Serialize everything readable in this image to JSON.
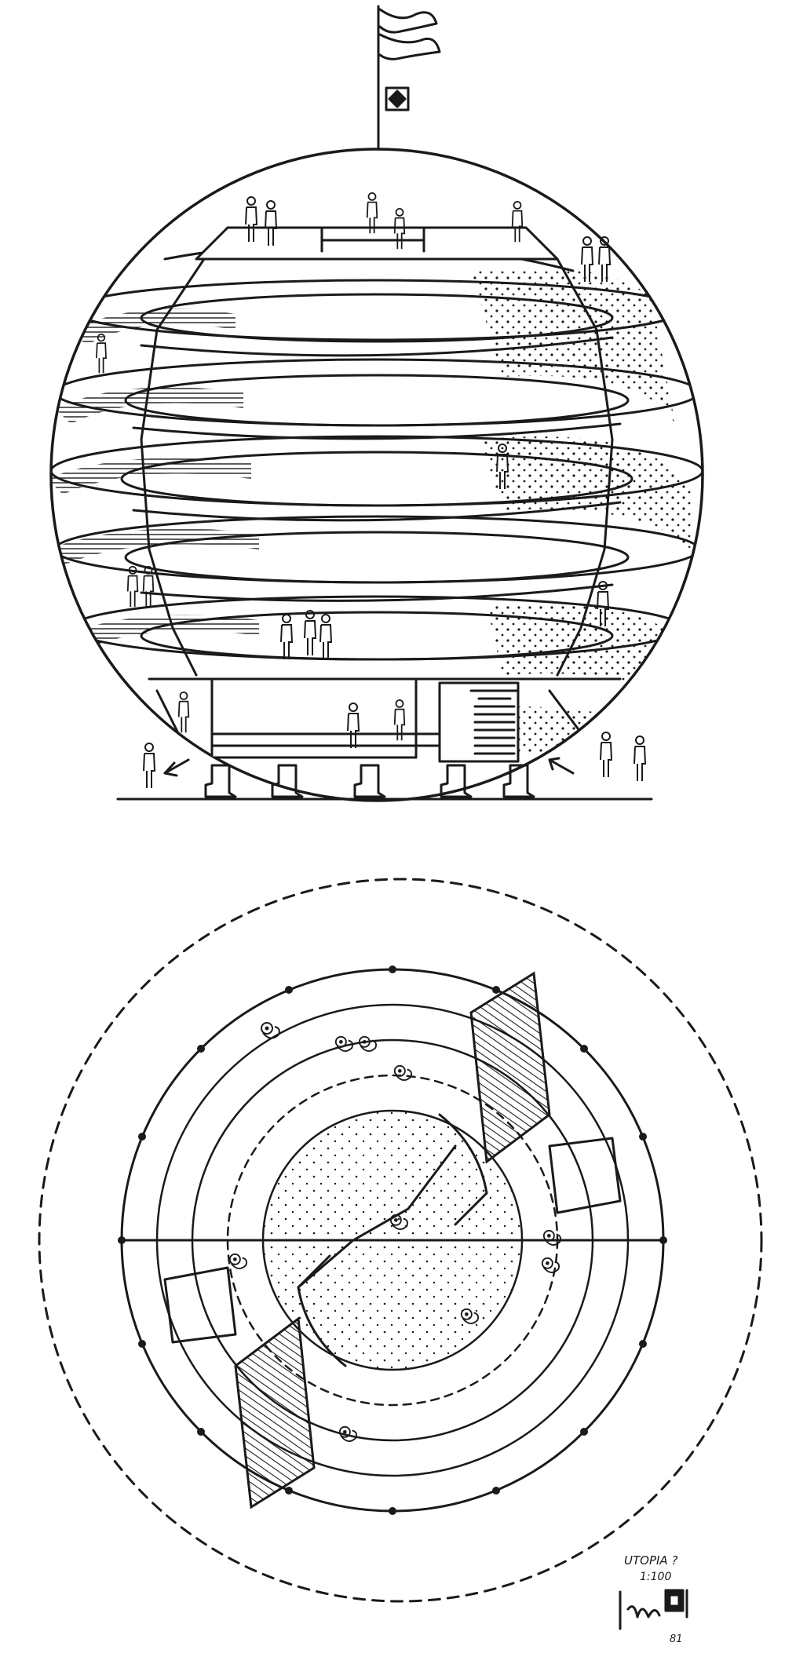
{
  "drawing": {
    "type": "architectural sketch",
    "ink_color": "#1a1a1a",
    "paper_color": "#ffffff",
    "views": [
      "section",
      "plan"
    ]
  },
  "annotation": {
    "title": "UTOPIA ?",
    "scale": "1:100",
    "year": "81"
  }
}
